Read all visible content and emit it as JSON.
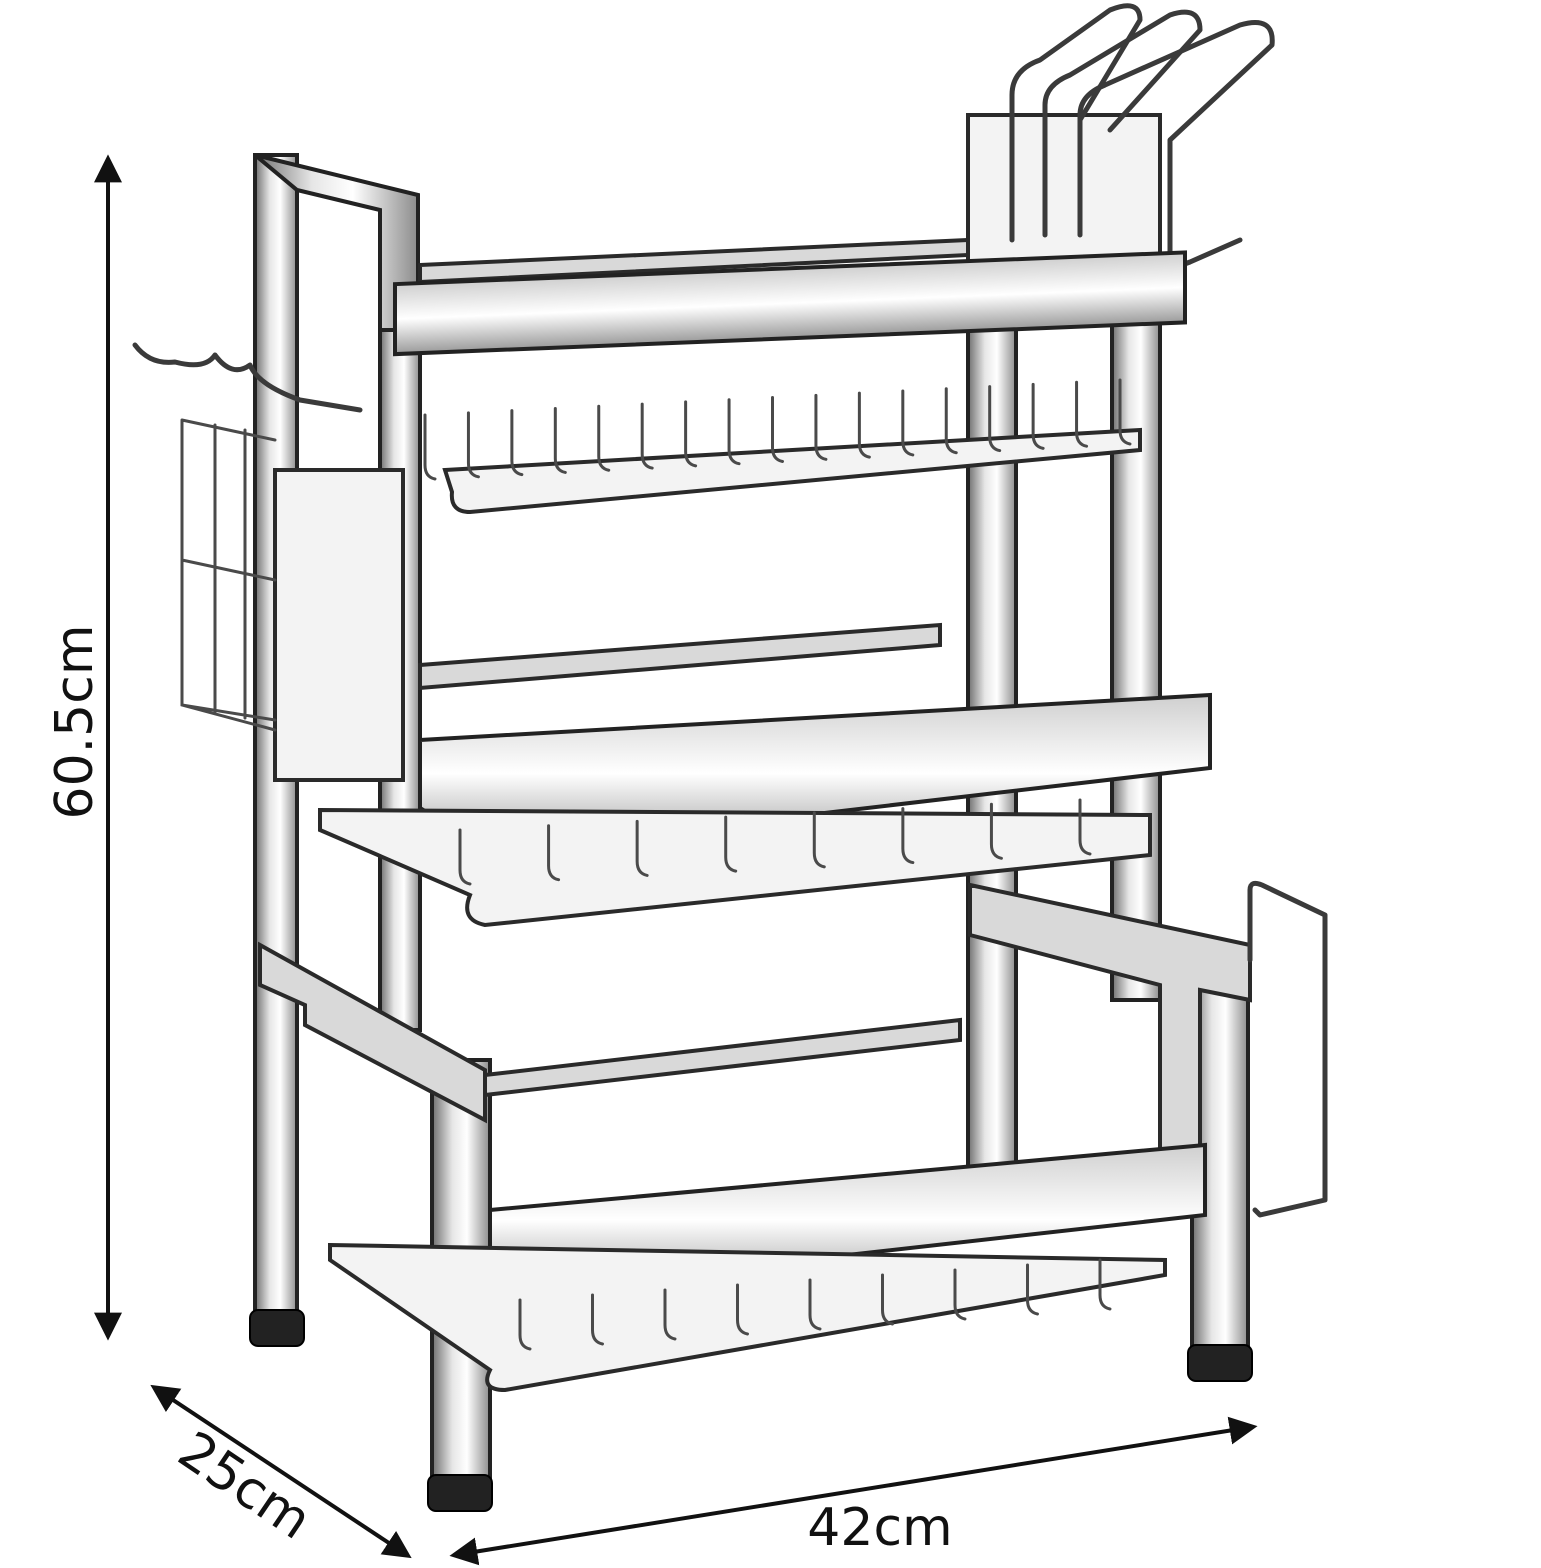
{
  "dimensions": {
    "height": "60.5cm",
    "depth": "25cm",
    "width": "42cm"
  },
  "product": {
    "icon": "dish-rack-illustration"
  },
  "colors": {
    "steel": "#d9d9d9",
    "outline": "#2a2a2a",
    "feet": "#222222"
  }
}
